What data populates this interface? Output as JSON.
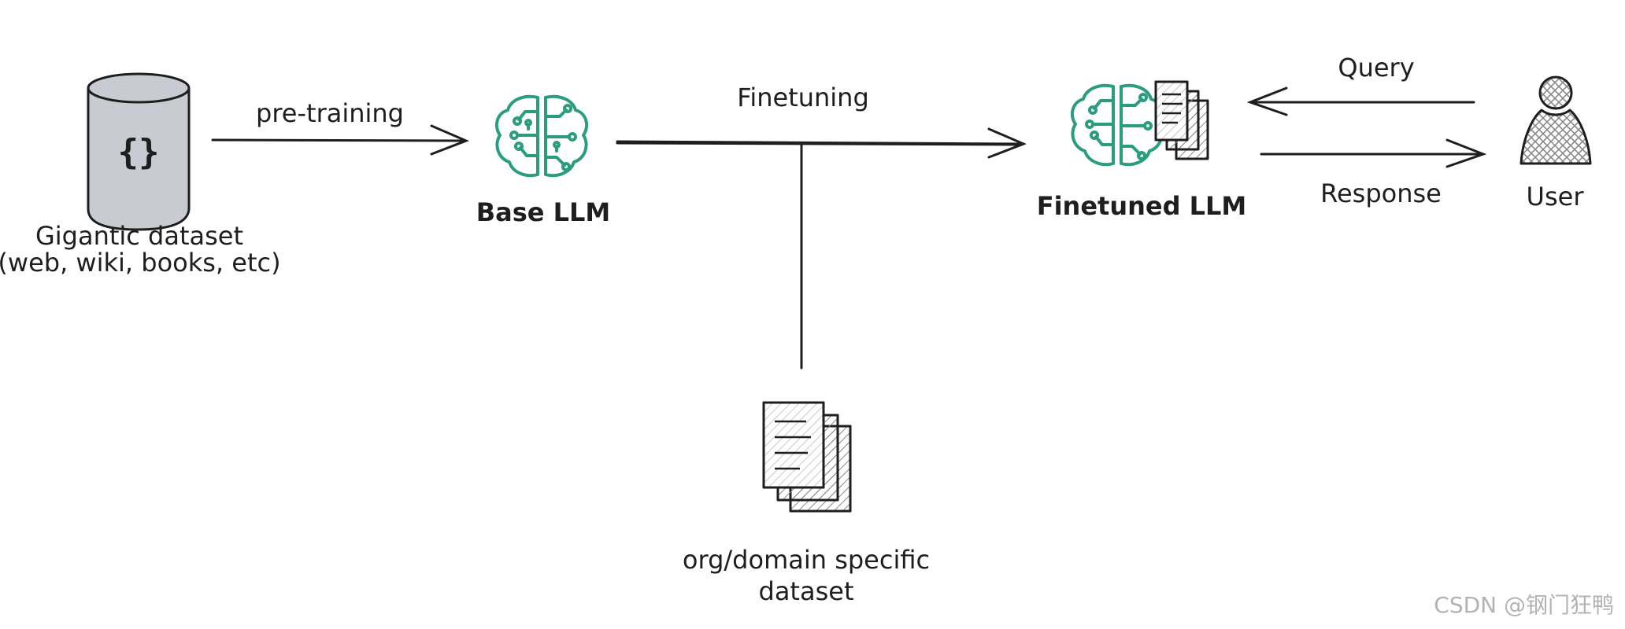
{
  "nodes": {
    "dataset": {
      "icon_text": "{}",
      "label_line1": "Gigantic dataset",
      "label_line2": "(web, wiki, books, etc)"
    },
    "base_llm": {
      "label": "Base LLM"
    },
    "finetuned_llm": {
      "label": "Finetuned LLM"
    },
    "user": {
      "label": "User"
    },
    "domain_dataset": {
      "label_line1": "org/domain specific",
      "label_line2": "dataset"
    }
  },
  "edges": {
    "pretraining": "pre-training",
    "finetuning": "Finetuning",
    "query": "Query",
    "response": "Response"
  },
  "watermark": "CSDN @钢门狂鸭",
  "colors": {
    "brain": "#2a9d7e",
    "stroke": "#1e1e1e",
    "cylinder_fill": "#c8ccd2",
    "hatch": "#8a8a8a",
    "watermark": "#b3b3b3"
  }
}
